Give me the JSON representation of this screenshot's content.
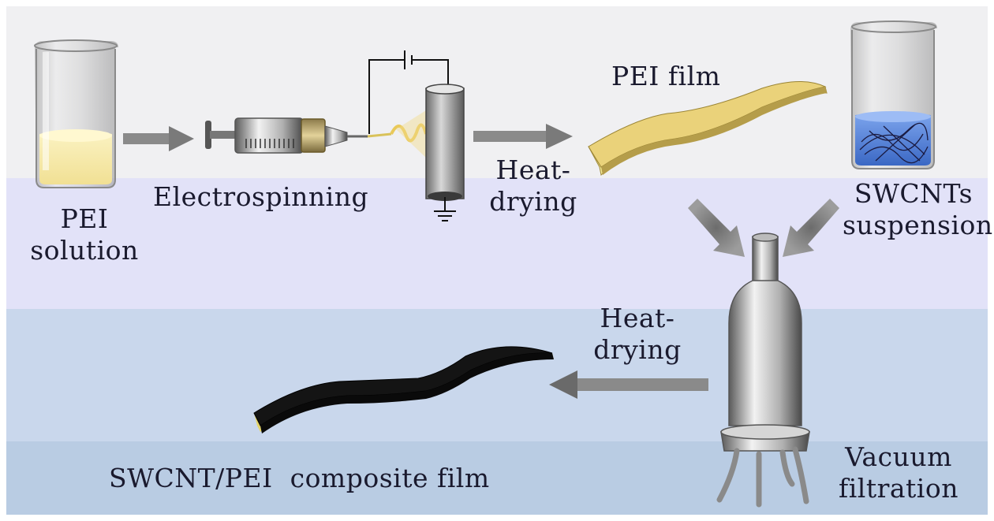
{
  "labels": {
    "pei_solution": [
      "PEI",
      "solution"
    ],
    "electrospinning": "Electrospinning",
    "heat_drying_top": [
      "Heat-",
      "drying"
    ],
    "pei_film": "PEI film",
    "swcnts_suspension": [
      "SWCNTs",
      "suspension"
    ],
    "heat_drying_bottom": [
      "Heat-",
      "drying"
    ],
    "vacuum_filtration": [
      "Vacuum",
      "filtration"
    ],
    "composite_film": "SWCNT/PEI  composite film"
  },
  "colors": {
    "band_1": "#f0f0f2",
    "band_2": "#e2e2f8",
    "band_3": "#c9d7ec",
    "band_4": "#b9cce3",
    "pei_yellow": "#ead27a",
    "swcnt_black": "#111111",
    "suspension_blue": "#4e7fd9",
    "arrow_gray": "#7d7d7d"
  },
  "icons": [
    "beaker-icon",
    "syringe-icon",
    "collector-drum-icon",
    "power-source-icon",
    "ground-icon",
    "film-icon",
    "filtration-flask-icon"
  ]
}
